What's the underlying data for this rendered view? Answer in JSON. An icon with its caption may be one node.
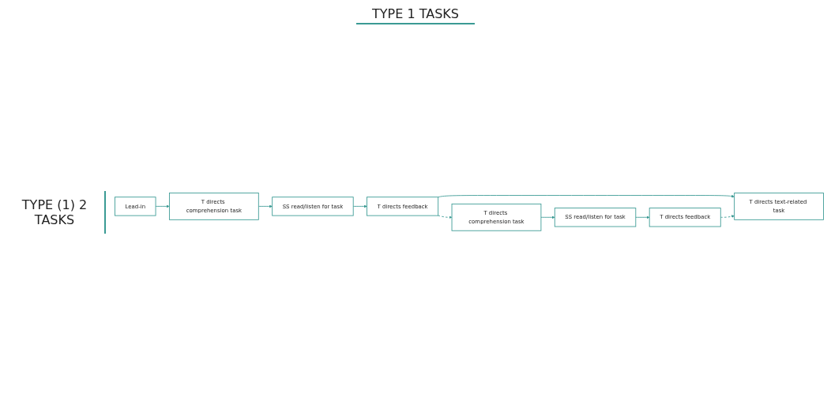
{
  "diagram": {
    "nodes": [
      {
        "text": [
          "Lead-in"
        ]
      },
      {
        "text": [
          "T directs comprehension task"
        ]
      },
      {
        "text": [
          "SS read/listen for task"
        ]
      },
      {
        "text": [
          "T directs feedback"
        ]
      },
      {
        "text": [
          "T directs text-related task"
        ]
      },
      {
        "text": [
          "T directs comprehension task"
        ]
      },
      {
        "text": [
          "SS read/listen for task"
        ]
      },
      {
        "text": [
          "T directs feedback"
        ]
      }
    ],
    "edges": [
      {
        "from": 0,
        "to": 1,
        "arrow": "to"
      },
      {
        "from": 1,
        "to": 2,
        "arrow": "to"
      },
      {
        "from": 2,
        "to": 3,
        "arrow": "to"
      },
      {
        "from": 3,
        "to": 4,
        "arrow": "to"
      },
      {
        "from": 3,
        "to": 5,
        "arrow": "to",
        "style": "dashed"
      },
      {
        "from": 5,
        "to": 6,
        "arrow": "to"
      },
      {
        "from": 6,
        "to": 7,
        "arrow": "to"
      },
      {
        "from": 7,
        "to": 4,
        "arrow": "to",
        "style": "dashed"
      }
    ],
    "labels": [
      "TYPE 1 TASKS",
      "TYPE (1) 2 TASKS"
    ]
  }
}
